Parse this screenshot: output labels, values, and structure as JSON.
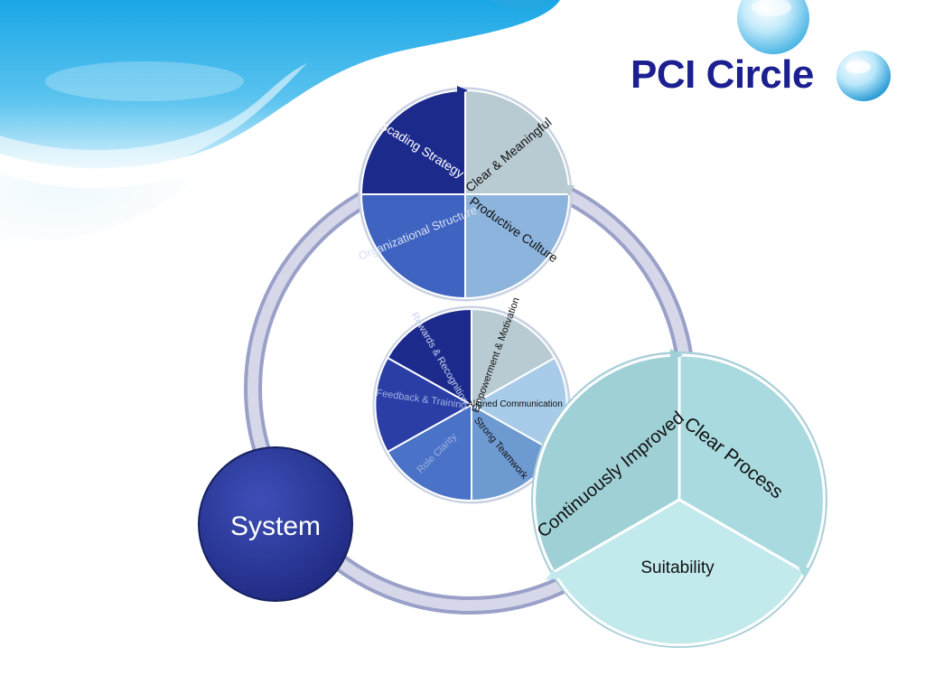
{
  "slide": {
    "title": "PCI Circle"
  },
  "diagram": {
    "center_node": "System",
    "top_circle": {
      "segments": [
        "Cascading Strategy",
        "Clear & Meaningful",
        "Productive Culture",
        "Organizational Structure"
      ]
    },
    "middle_circle": {
      "segments": [
        "Rewards & Recognition",
        "Empowerment & Motivation",
        "Aligned Communication",
        "Strong Teamwork",
        "Role Clarity",
        "Feedback & Training"
      ]
    },
    "right_circle": {
      "segments": [
        "Continuously Improved",
        "Clear Process",
        "Suitability"
      ]
    },
    "colors": {
      "title": "#1b1f8f",
      "dark_navy": "#1f2a8a",
      "mid_blue": "#3f63bf",
      "light_blue": "#8fb6dd",
      "pale_gray_blue": "#b9cbd4",
      "teal_light": "#a9dbe0",
      "ring_lavender": "#b4b8d6"
    }
  }
}
